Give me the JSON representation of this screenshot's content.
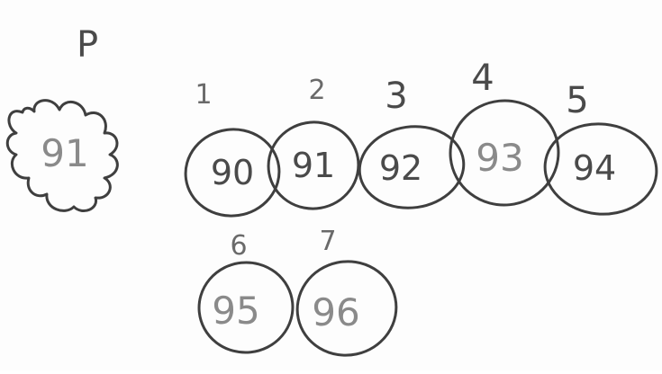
{
  "diagram": {
    "cloud_node": {
      "label": "P",
      "value": "91"
    },
    "row_one": [
      {
        "index": "1",
        "value": "90"
      },
      {
        "index": "2",
        "value": "91"
      },
      {
        "index": "3",
        "value": "92"
      },
      {
        "index": "4",
        "value": "93"
      },
      {
        "index": "5",
        "value": "94"
      }
    ],
    "row_two": [
      {
        "index": "6",
        "value": "95"
      },
      {
        "index": "7",
        "value": "96"
      }
    ],
    "colors": {
      "stroke": "#3f3f3f",
      "text": "#4a4a4a",
      "light_text": "#8a8a8a"
    }
  }
}
